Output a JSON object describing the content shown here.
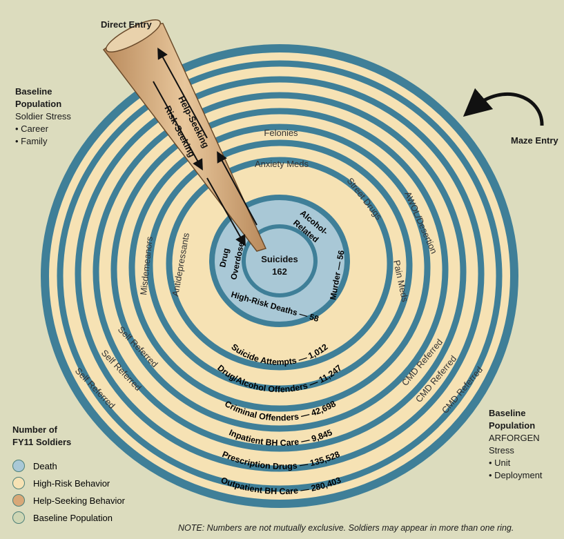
{
  "colors": {
    "background": "#dcdcbe",
    "death": "#a9c8d6",
    "death_border": "#3f7f98",
    "high_risk": "#f6e2b4",
    "help_seeking": "#d8a878",
    "baseline": "#cfd6b4"
  },
  "direct_entry": "Direct Entry",
  "maze_entry": "Maze Entry",
  "help_seeking": "Help-Seeking",
  "risk_seeking": "Risk-Seeking",
  "baseline_left": {
    "title1": "Baseline",
    "title2": "Population",
    "line": "Soldier Stress",
    "items": [
      "• Career",
      "• Family"
    ]
  },
  "baseline_right": {
    "title1": "Baseline",
    "title2": "Population",
    "line1": "ARFORGEN",
    "line2": "Stress",
    "items": [
      "• Unit",
      "• Deployment"
    ]
  },
  "center": {
    "label": "Suicides",
    "value": "162"
  },
  "center_labels": {
    "drug_overdose_1": "Drug",
    "drug_overdose_2": "Overdose",
    "alcohol_1": "Alcohol-",
    "alcohol_2": "Related",
    "murder": "Murder — 56",
    "high_risk_deaths": "High-Risk Deaths — 58"
  },
  "rings": [
    {
      "label": "Suicide Attempts — 1,012"
    },
    {
      "label": "Drug/Alcohol Offenders — 11,247"
    },
    {
      "label": "Criminal Offenders — 42,698"
    },
    {
      "label": "Inpatient BH Care — 9,845"
    },
    {
      "label": "Prescription Drugs — 135,528"
    },
    {
      "label": "Outpatient BH Care — 280,403"
    }
  ],
  "side_labels": {
    "felonies": "Felonies",
    "anxiety_meds": "Anxiety Meds",
    "street_drugs": "Street Drugs",
    "awol": "AWOL/Desertion",
    "pain_meds": "Pain Meds",
    "misdemeanors": "Misdemeanors",
    "antidepressants": "Antidepressants",
    "self_referred": [
      "Self Referred",
      "Self Referred",
      "Self Referred"
    ],
    "cmd_referred": [
      "CMD Referred",
      "CMD Referred",
      "CMD Referred"
    ]
  },
  "legend": {
    "title1": "Number of",
    "title2": "FY11 Soldiers",
    "items": [
      {
        "label": "Death",
        "color": "#a9c8d6"
      },
      {
        "label": "High-Risk Behavior",
        "color": "#f6e2b4"
      },
      {
        "label": "Help-Seeking Behavior",
        "color": "#d8a878"
      },
      {
        "label": "Baseline Population",
        "color": "#cfd6b4"
      }
    ]
  },
  "note": "NOTE: Numbers are not mutually exclusive. Soldiers may appear in more than one ring."
}
